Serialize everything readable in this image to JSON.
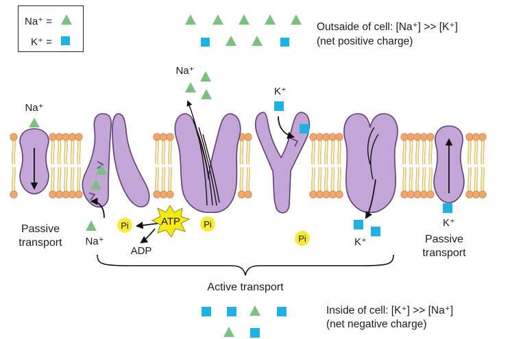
{
  "legend": {
    "na_label": "Na⁺ =",
    "k_label": "K⁺ ="
  },
  "outside": {
    "line1": "Outsaide of cell: [Na⁺] >> [K⁺]",
    "line2": "(net positive charge)"
  },
  "inside": {
    "line1": "Inside of cell: [K⁺] >> [Na⁺]",
    "line2": "(net negative charge)"
  },
  "labels": {
    "na_ion": "Na⁺",
    "k_ion": "K⁺",
    "passive_left_1": "Passive",
    "passive_left_2": "transport",
    "passive_right_1": "Passive",
    "passive_right_2": "transport",
    "atp": "ATP",
    "adp": "ADP",
    "pi": "Pi",
    "active_transport": "Active transport"
  },
  "colors": {
    "sodium": "#7cc07f",
    "potassium": "#1eb1e3",
    "protein_fill": "#c4a6d6",
    "protein_stroke": "#5a3f73",
    "lipid_head": "#f0a66d",
    "lipid_tail": "#e2c36b",
    "atp_burst": "#f5ea15",
    "pi_circle": "#f7eb37"
  }
}
